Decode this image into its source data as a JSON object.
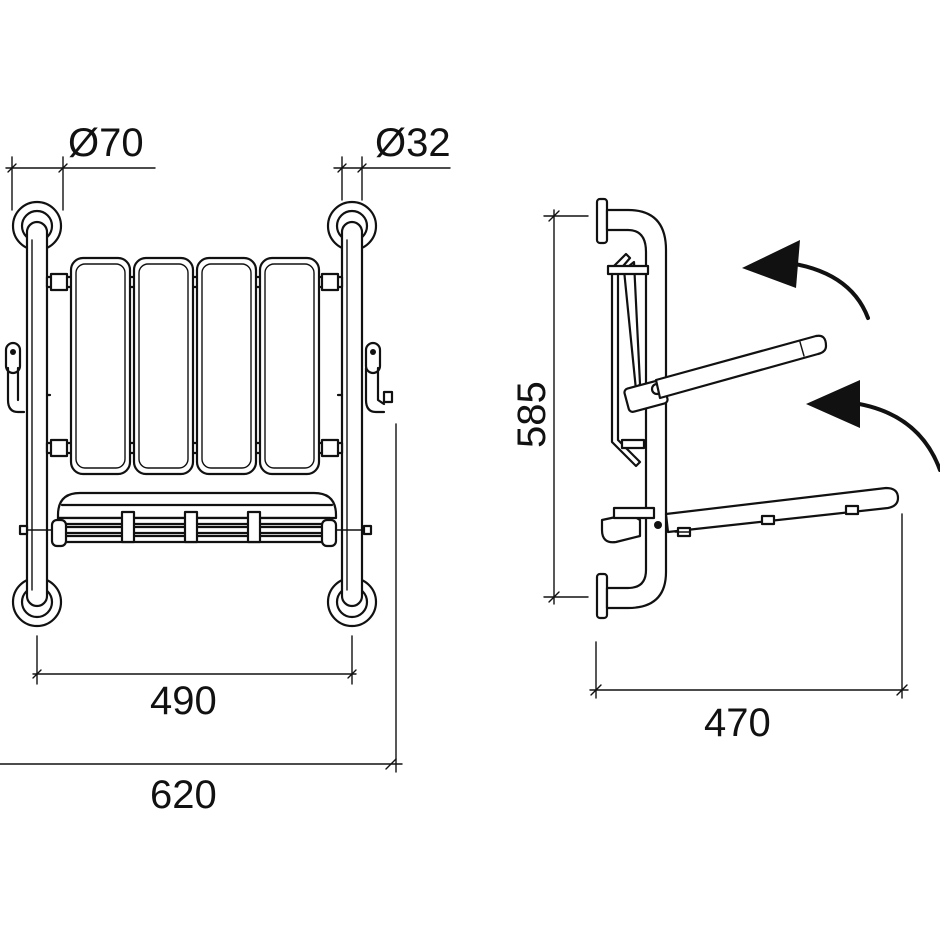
{
  "dimensions": {
    "pipe_diameter_large": "Ø70",
    "pipe_diameter_small": "Ø32",
    "inner_width": "490",
    "overall_width": "620",
    "height": "585",
    "depth": "470"
  },
  "views": [
    {
      "id": "front-view",
      "parts": [
        "wall-flange",
        "vertical-rail",
        "seat-slat",
        "fold-down-leg",
        "front-footrest"
      ]
    },
    {
      "id": "side-view",
      "parts": [
        "wall-rail",
        "seat-arm",
        "footrest-arm",
        "fold-arrow-icon"
      ]
    }
  ],
  "colors": {
    "line": "#111111",
    "background": "#ffffff"
  }
}
